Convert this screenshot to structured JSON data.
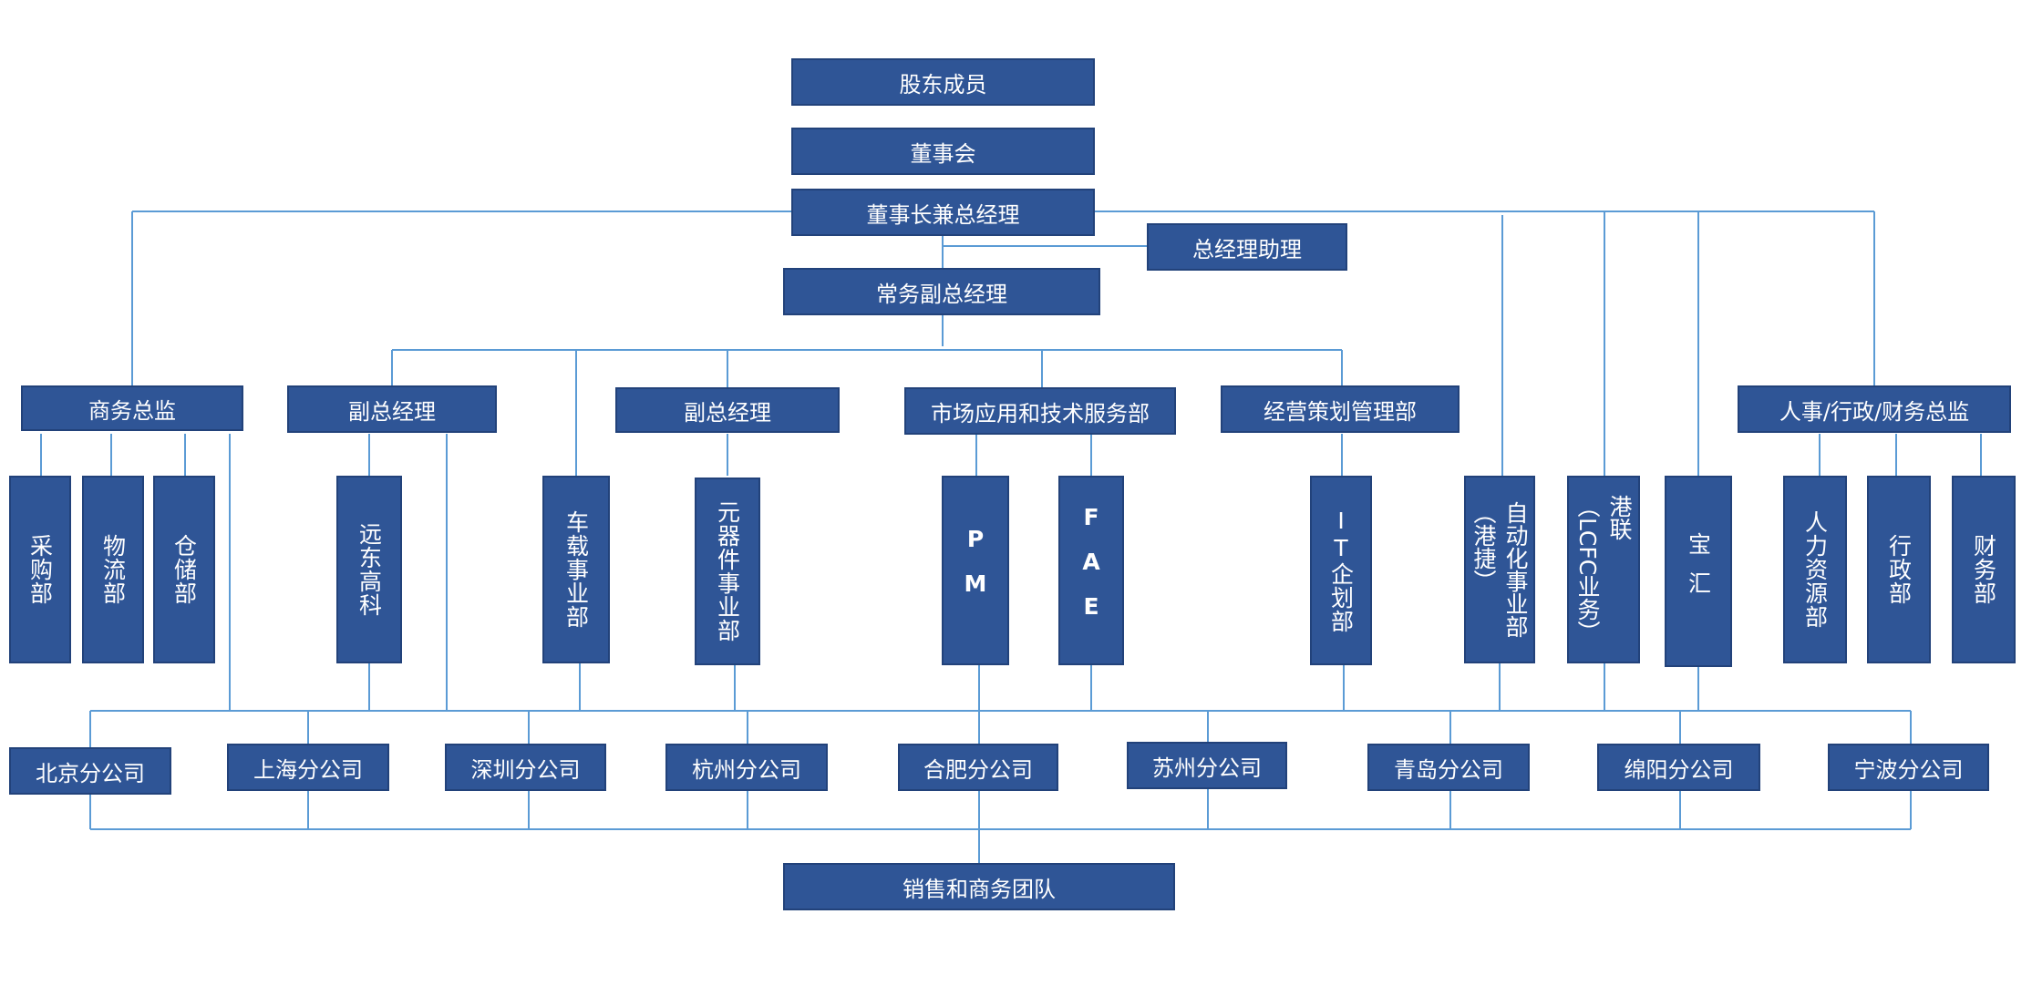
{
  "top": {
    "shareholders": "股东成员",
    "board": "董事会",
    "chairman": "董事长兼总经理",
    "gm_assistant": "总经理助理",
    "executive_vp": "常务副总经理"
  },
  "level2": {
    "business_director": "商务总监",
    "vp_1": "副总经理",
    "vp_2": "副总经理",
    "market_tech_service": "市场应用和技术服务部",
    "business_planning": "经营策划管理部",
    "hr_admin_finance_director": "人事/行政/财务总监"
  },
  "departments": {
    "purchasing": "采购部",
    "logistics": "物流部",
    "warehouse": "仓储部",
    "fareast_tech": "远东高科",
    "vehicle": "车载事业部",
    "components": "元器件事业部",
    "pm": "PM",
    "fae": "FAE",
    "it_planning": "IT企划部",
    "automation": "自动化事业部",
    "automation_sub": "（港捷）",
    "ganglian": "港联",
    "ganglian_sub": "（LCFC业务）",
    "baohui": "宝汇",
    "hr": "人力资源部",
    "admin": "行政部",
    "finance": "财务部"
  },
  "branches": {
    "beijing": "北京分公司",
    "shanghai": "上海分公司",
    "shenzhen": "深圳分公司",
    "hangzhou": "杭州分公司",
    "hefei": "合肥分公司",
    "suzhou": "苏州分公司",
    "qingdao": "青岛分公司",
    "mianyang": "绵阳分公司",
    "ningbo": "宁波分公司"
  },
  "bottom": {
    "sales_team": "销售和商务团队"
  },
  "colors": {
    "box_fill": "#2F5596",
    "box_border": "#22427A",
    "connector": "#5B9BD5",
    "text": "#FFFFFF"
  }
}
